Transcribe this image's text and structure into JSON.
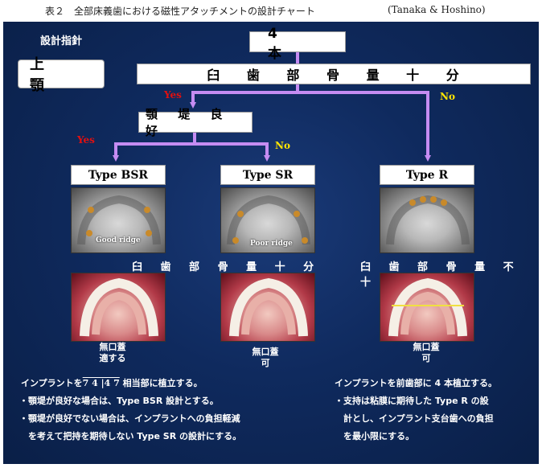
{
  "caption": {
    "table_no": "表２",
    "title": "全部床義歯における磁性アタッチメントの設計チャート",
    "authors": "(Tanaka & Hoshino)"
  },
  "colors": {
    "panel_background": "#0f2a5e",
    "arrow": "#c58cf2",
    "yes": "#e01010",
    "no": "#ffe600"
  },
  "chart": {
    "section_label": "設計指針",
    "jaw": "上　顎",
    "implant_count": "4　本",
    "bone_sufficient": "臼 歯 部 骨 量 十 分",
    "ridge_good": "顎 堤 良 好",
    "yes_label": "Yes",
    "no_label": "No",
    "types": {
      "bsr": "Type BSR",
      "sr": "Type SR",
      "r": "Type R"
    },
    "ridge_labels": {
      "good": "Good ridge",
      "poor": "Poor ridge"
    },
    "bone_row": {
      "left": "臼 歯 部 骨 量 十 分",
      "right": "臼 歯 部 骨 量 不 十 分"
    },
    "evaluations": {
      "bsr_line1": "無口蓋",
      "bsr_line2": "適する",
      "sr_line1": "無口蓋",
      "sr_line2": "可",
      "r_line1": "無口蓋",
      "r_line2": "可"
    },
    "notes_left": {
      "line1_prefix": "インプラントを",
      "teeth": "7 4 |4 7",
      "line1_suffix": " 相当部に植立する。",
      "line2": "・顎堤が良好な場合は、Type BSR 設計とする。",
      "line3": "・顎堤が良好でない場合は、インプラントへの負担軽減",
      "line4": "　を考えて把持を期待しない Type SR の設計にする。"
    },
    "notes_right": {
      "line1": "インプラントを前歯部に 4 本植立する。",
      "line2": "・支持は粘膜に期待した Type R の設",
      "line3": "　計とし、インプラント支台歯への負担",
      "line4": "　を最小限にする。"
    }
  }
}
